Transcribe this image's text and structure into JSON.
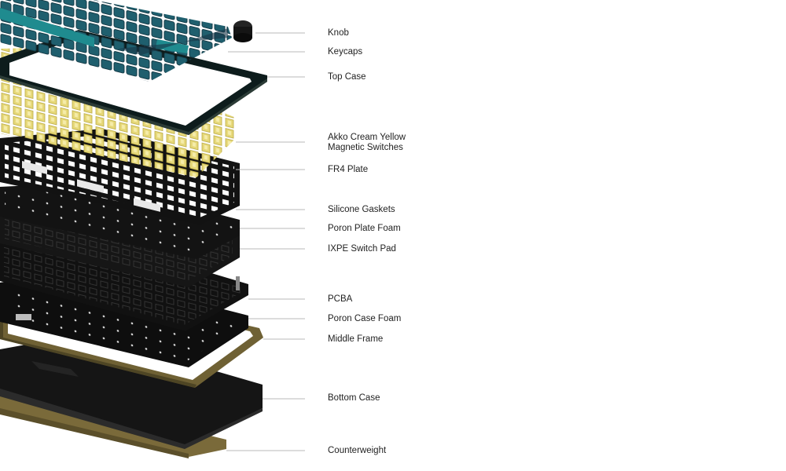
{
  "diagram": {
    "type": "exploded-view",
    "colors": {
      "keycap_teal": "#1f5f6e",
      "keycap_dark": "#183546",
      "keycap_accent": "#1f8b8f",
      "switch_yellow": "#e6d879",
      "layer_black": "#111111",
      "frame_brass": "#7a6a3a",
      "leader_line": "#b9b9b9"
    },
    "labels": [
      {
        "id": "knob",
        "lines": [
          "Knob"
        ]
      },
      {
        "id": "keycaps",
        "lines": [
          "Keycaps"
        ]
      },
      {
        "id": "top-case",
        "lines": [
          "Top Case"
        ]
      },
      {
        "id": "switches",
        "lines": [
          "Akko Cream Yellow",
          "Magnetic Switches"
        ]
      },
      {
        "id": "fr4-plate",
        "lines": [
          "FR4 Plate"
        ]
      },
      {
        "id": "silicone-gaskets",
        "lines": [
          "Silicone Gaskets"
        ]
      },
      {
        "id": "poron-plate-foam",
        "lines": [
          "Poron Plate Foam"
        ]
      },
      {
        "id": "ixpe-switch-pad",
        "lines": [
          "IXPE Switch Pad"
        ]
      },
      {
        "id": "pcba",
        "lines": [
          "PCBA"
        ]
      },
      {
        "id": "poron-case-foam",
        "lines": [
          "Poron Case Foam"
        ]
      },
      {
        "id": "middle-frame",
        "lines": [
          "Middle Frame"
        ]
      },
      {
        "id": "bottom-case",
        "lines": [
          "Bottom Case"
        ]
      },
      {
        "id": "counterweight",
        "lines": [
          "Counterweight"
        ]
      }
    ]
  }
}
